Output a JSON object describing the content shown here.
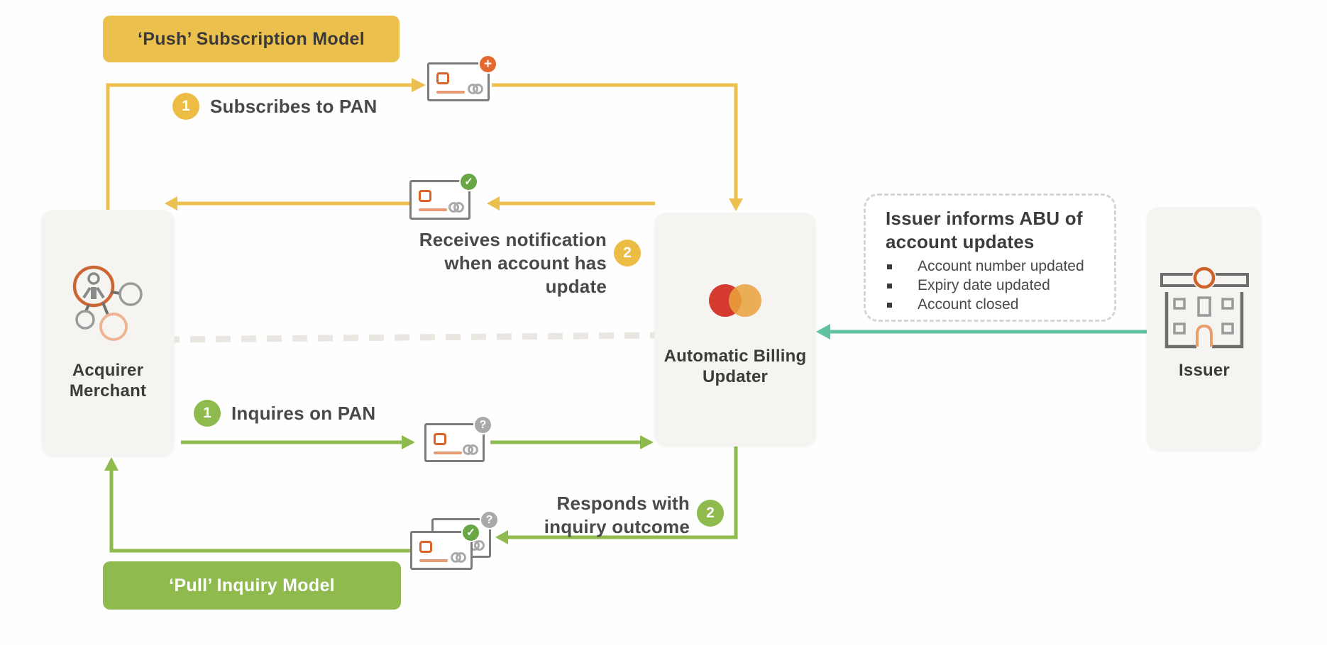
{
  "push": {
    "banner": "‘Push’ Subscription Model",
    "step1_num": "1",
    "step1_label": "Subscribes to PAN",
    "step2_num": "2",
    "step2_line1": "Receives notification",
    "step2_line2": "when account has update"
  },
  "pull": {
    "banner": "‘Pull’ Inquiry Model",
    "step1_num": "1",
    "step1_label": "Inquires on PAN",
    "step2_num": "2",
    "step2_line1": "Responds with",
    "step2_line2": "inquiry outcome"
  },
  "nodes": {
    "acquirer_line1": "Acquirer",
    "acquirer_line2": "Merchant",
    "abu_line1": "Automatic Billing",
    "abu_line2": "Updater",
    "issuer": "Issuer"
  },
  "callout": {
    "title_line1": "Issuer informs ABU of",
    "title_line2": "account updates",
    "bullets": [
      "Account number updated",
      "Expiry date updated",
      "Account closed"
    ]
  },
  "icons": {
    "plus": "+",
    "check": "✓",
    "question": "?"
  },
  "colors": {
    "push_yellow": "#ecc04c",
    "pull_green": "#8eba4e",
    "badge_orange": "#e4682d",
    "badge_green": "#69a744",
    "badge_gray": "#a9a9a9",
    "teal_arrow": "#5fc1a0",
    "mastercard_red": "#d53a2e",
    "mastercard_orange": "#e9a33f",
    "node_background": "#f5f4f1",
    "text_dark": "#3d3b39"
  }
}
